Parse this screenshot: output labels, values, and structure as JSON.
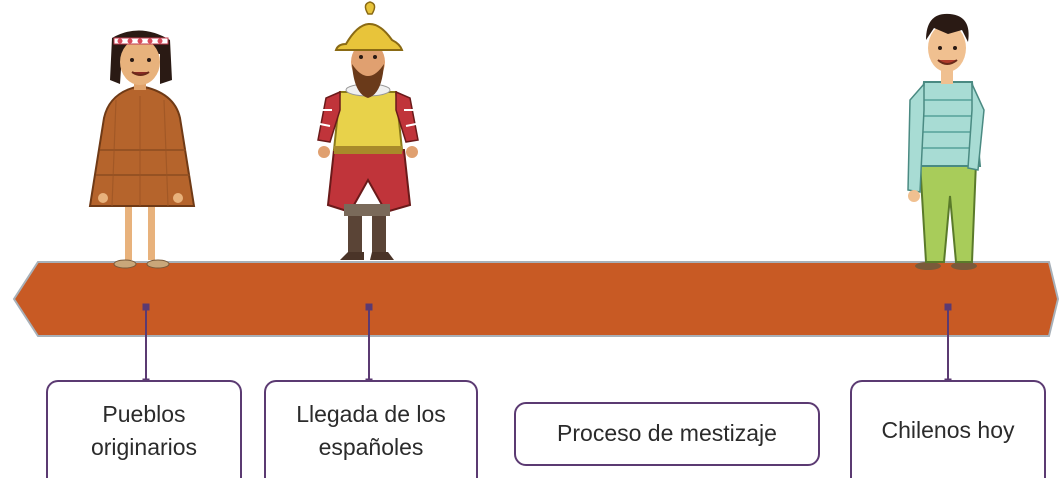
{
  "labels": {
    "pueblos": {
      "line1": "Pueblos",
      "line2": "originarios"
    },
    "llegada": {
      "line1": "Llegada de los",
      "line2": "españoles"
    },
    "mestizaje": {
      "text": "Proceso de mestizaje"
    },
    "chilenos": {
      "text": "Chilenos hoy"
    }
  },
  "figures": [
    {
      "name": "indigenous-person-illustration",
      "icon": "person-in-poncho"
    },
    {
      "name": "spanish-conquistador-illustration",
      "icon": "conquistador"
    },
    {
      "name": "modern-chilean-illustration",
      "icon": "person-casual-clothes"
    }
  ],
  "colors": {
    "timeline_band": "#c85a24",
    "timeline_border": "#a8b0b8",
    "connector": "#5b3a72",
    "box_border": "#5b3a72"
  }
}
